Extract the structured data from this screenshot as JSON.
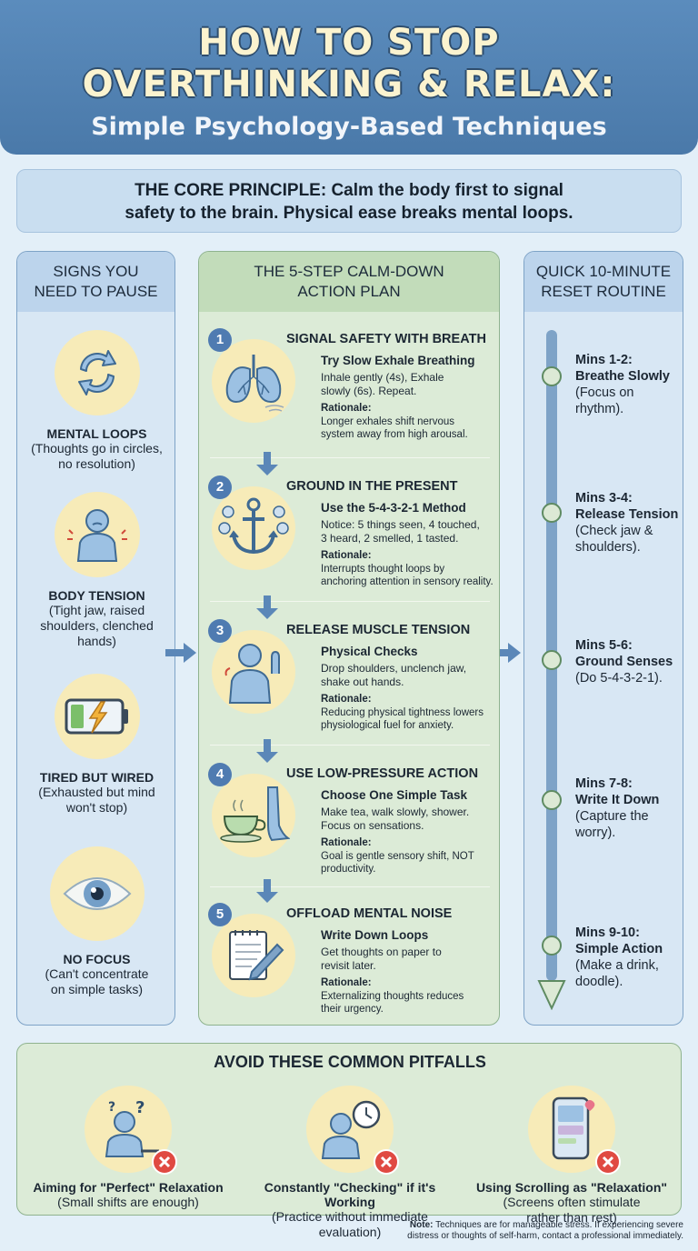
{
  "header": {
    "title_line1": "HOW TO STOP",
    "title_line2": "OVERTHINKING & RELAX:",
    "subtitle": "Simple Psychology-Based Techniques"
  },
  "principle": {
    "line1": "THE CORE PRINCIPLE: Calm the body first to signal",
    "line2": "safety to the brain. Physical ease breaks mental loops."
  },
  "signs": {
    "heading_line1": "SIGNS YOU",
    "heading_line2": "NEED TO PAUSE",
    "items": [
      {
        "title": "MENTAL LOOPS",
        "desc1": "(Thoughts go in circles,",
        "desc2": "no resolution)",
        "desc3": "",
        "icon": "cycle-arrows-icon"
      },
      {
        "title": "BODY TENSION",
        "desc1": "(Tight jaw, raised",
        "desc2": "shoulders, clenched",
        "desc3": "hands)",
        "icon": "tense-person-icon"
      },
      {
        "title": "TIRED BUT WIRED",
        "desc1": "(Exhausted but mind",
        "desc2": "won't stop)",
        "desc3": "",
        "icon": "low-battery-icon"
      },
      {
        "title": "NO FOCUS",
        "desc1": "(Can't concentrate",
        "desc2": "on simple tasks)",
        "desc3": "",
        "icon": "blurry-eye-icon"
      }
    ]
  },
  "plan": {
    "heading_line1": "THE 5-STEP CALM-DOWN",
    "heading_line2": "ACTION PLAN",
    "rationale_label": "Rationale:",
    "steps": [
      {
        "num": "1",
        "title": "SIGNAL SAFETY WITH BREATH",
        "sub": "Try Slow Exhale Breathing",
        "desc1": "Inhale gently (4s), Exhale",
        "desc2": "slowly (6s). Repeat.",
        "r1": "Longer exhales shift nervous",
        "r2": "system away from high arousal.",
        "icon": "lungs-icon"
      },
      {
        "num": "2",
        "title": "GROUND IN THE PRESENT",
        "sub": "Use the 5-4-3-2-1 Method",
        "desc1": "Notice: 5 things seen, 4 touched,",
        "desc2": "3 heard, 2 smelled, 1 tasted.",
        "r1": "Interrupts thought loops by",
        "r2": "anchoring attention in sensory reality.",
        "icon": "anchor-icon"
      },
      {
        "num": "3",
        "title": "RELEASE MUSCLE TENSION",
        "sub": "Physical Checks",
        "desc1": "Drop shoulders, unclench jaw,",
        "desc2": "shake out hands.",
        "r1": "Reducing physical tightness lowers",
        "r2": "physiological fuel for anxiety.",
        "icon": "relaxing-person-icon"
      },
      {
        "num": "4",
        "title": "USE LOW-PRESSURE ACTION",
        "sub": "Choose One Simple Task",
        "desc1": "Make tea, walk slowly, shower.",
        "desc2": "Focus on sensations.",
        "r1": "Goal is gentle sensory shift, NOT",
        "r2": "productivity.",
        "icon": "tea-cup-icon"
      },
      {
        "num": "5",
        "title": "OFFLOAD MENTAL NOISE",
        "sub": "Write Down Loops",
        "desc1": "Get thoughts on paper to",
        "desc2": "revisit later.",
        "r1": "Externalizing thoughts reduces",
        "r2": "their urgency.",
        "icon": "notepad-pen-icon"
      }
    ]
  },
  "routine": {
    "heading_line1": "QUICK 10-MINUTE",
    "heading_line2": "RESET ROUTINE",
    "items": [
      {
        "mins": "Mins 1-2:",
        "action": "Breathe Slowly",
        "d1": "(Focus on",
        "d2": "rhythm)."
      },
      {
        "mins": "Mins 3-4:",
        "action": "Release Tension",
        "d1": "(Check jaw &",
        "d2": "shoulders)."
      },
      {
        "mins": "Mins 5-6:",
        "action": "Ground Senses",
        "d1": "(Do 5-4-3-2-1).",
        "d2": ""
      },
      {
        "mins": "Mins 7-8:",
        "action": "Write It Down",
        "d1": "(Capture the",
        "d2": "worry)."
      },
      {
        "mins": "Mins 9-10:",
        "action": "Simple Action",
        "d1": "(Make a drink,",
        "d2": "doodle)."
      }
    ]
  },
  "pitfalls": {
    "heading": "AVOID THESE COMMON PITFALLS",
    "items": [
      {
        "title": "Aiming for \"Perfect\" Relaxation",
        "d1": "(Small shifts are enough)",
        "d2": "",
        "icon": "confused-thinker-icon"
      },
      {
        "title": "Constantly \"Checking\" if it's Working",
        "d1": "(Practice without immediate",
        "d2": "evaluation)",
        "icon": "clock-checking-icon"
      },
      {
        "title": "Using Scrolling as \"Relaxation\"",
        "d1": "(Screens often stimulate",
        "d2": "rather than rest)",
        "icon": "smartphone-icon"
      }
    ]
  },
  "note": {
    "label": "Note:",
    "line1": " Techniques are for manageable stress. If experiencing severe",
    "line2": "distress or thoughts of self-harm, contact a professional immediately."
  },
  "colors": {
    "header_bg": "#4a79a9",
    "title_fill": "#fbf3cf",
    "panel_blue": "#d8e7f4",
    "panel_green": "#dcebd7",
    "icon_circle": "#f7ebb8",
    "step_badge": "#4f7bb1",
    "pitfall_x": "#e04a42"
  }
}
